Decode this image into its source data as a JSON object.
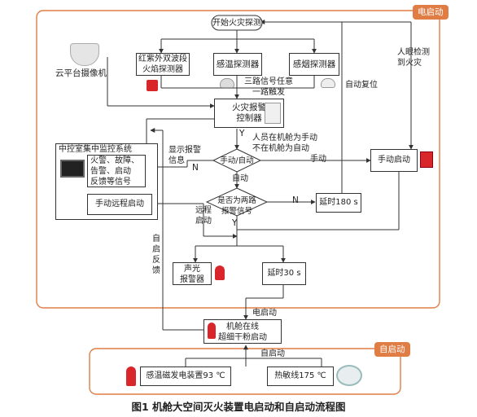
{
  "labels": {
    "electric_start": "电启动",
    "auto_start": "自启动",
    "begin": "开始火灾探测",
    "uv_ir": "红紫外双波段\n火焰探测器",
    "heat_det": "感温探测器",
    "smoke_det": "感烟探测器",
    "ptz_cam": "云平台摄像机",
    "three_signal": "三路信号任意\n一路触发",
    "human_detect": "人眼检测\n到火灾",
    "auto_reset": "自动复位",
    "controller": "火灾报警\n控制器",
    "yes1": "Y",
    "manual_note": "人员在机舱为手动\n不在机舱为自动",
    "center_title": "中控室集中监控系统",
    "center_alarm": "火警、故障、\n告警、启动\n反馈等信号",
    "show_alarm": "显示报警\n信息",
    "n1": "N",
    "manual_auto": "手动/自动",
    "manual_arrow": "手动",
    "manual_start": "手动启动",
    "auto_label": "自动",
    "two_signal": "是否为两路\n报警信号",
    "n2": "N",
    "delay180": "延时180 s",
    "remote_manual": "手动远程启动",
    "remote_start": "远程\n启动",
    "yes2": "Y",
    "auto_feedback": "自\n启\n反\n馈",
    "sound_light": "声光\n报警器",
    "delay30": "延时30 s",
    "electric_start_2": "电启动",
    "extinguisher": "机舱在线\n超细干粉启动",
    "auto_start_2": "自启动",
    "thermo_device": "感温磁发电装置93 ℃",
    "thermal_wire": "热敏线175 ℃",
    "caption": "图1   机舱大空间灭火装置电启动和自启动流程图"
  },
  "colors": {
    "frame_orange": "#e07d45",
    "line": "#333333",
    "red_device": "#d8262b"
  }
}
